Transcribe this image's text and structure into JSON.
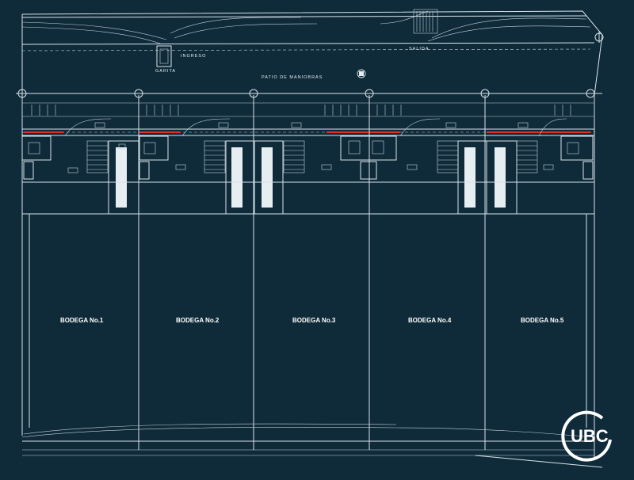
{
  "labels": {
    "garita": "GARITA",
    "ingreso": "INGRESO",
    "salida": "SALIDA",
    "patio": "PATIO DE MANIOBRAS"
  },
  "bodegas": [
    "BODEGA No.1",
    "BODEGA No.2",
    "BODEGA No.3",
    "BODEGA No.4",
    "BODEGA No.5"
  ],
  "logo": {
    "text": "UBC",
    "color": "#ffffff"
  },
  "colors": {
    "background": "#0f2b3a",
    "lines": "#d8e3ea",
    "accent": "#e0322a"
  }
}
